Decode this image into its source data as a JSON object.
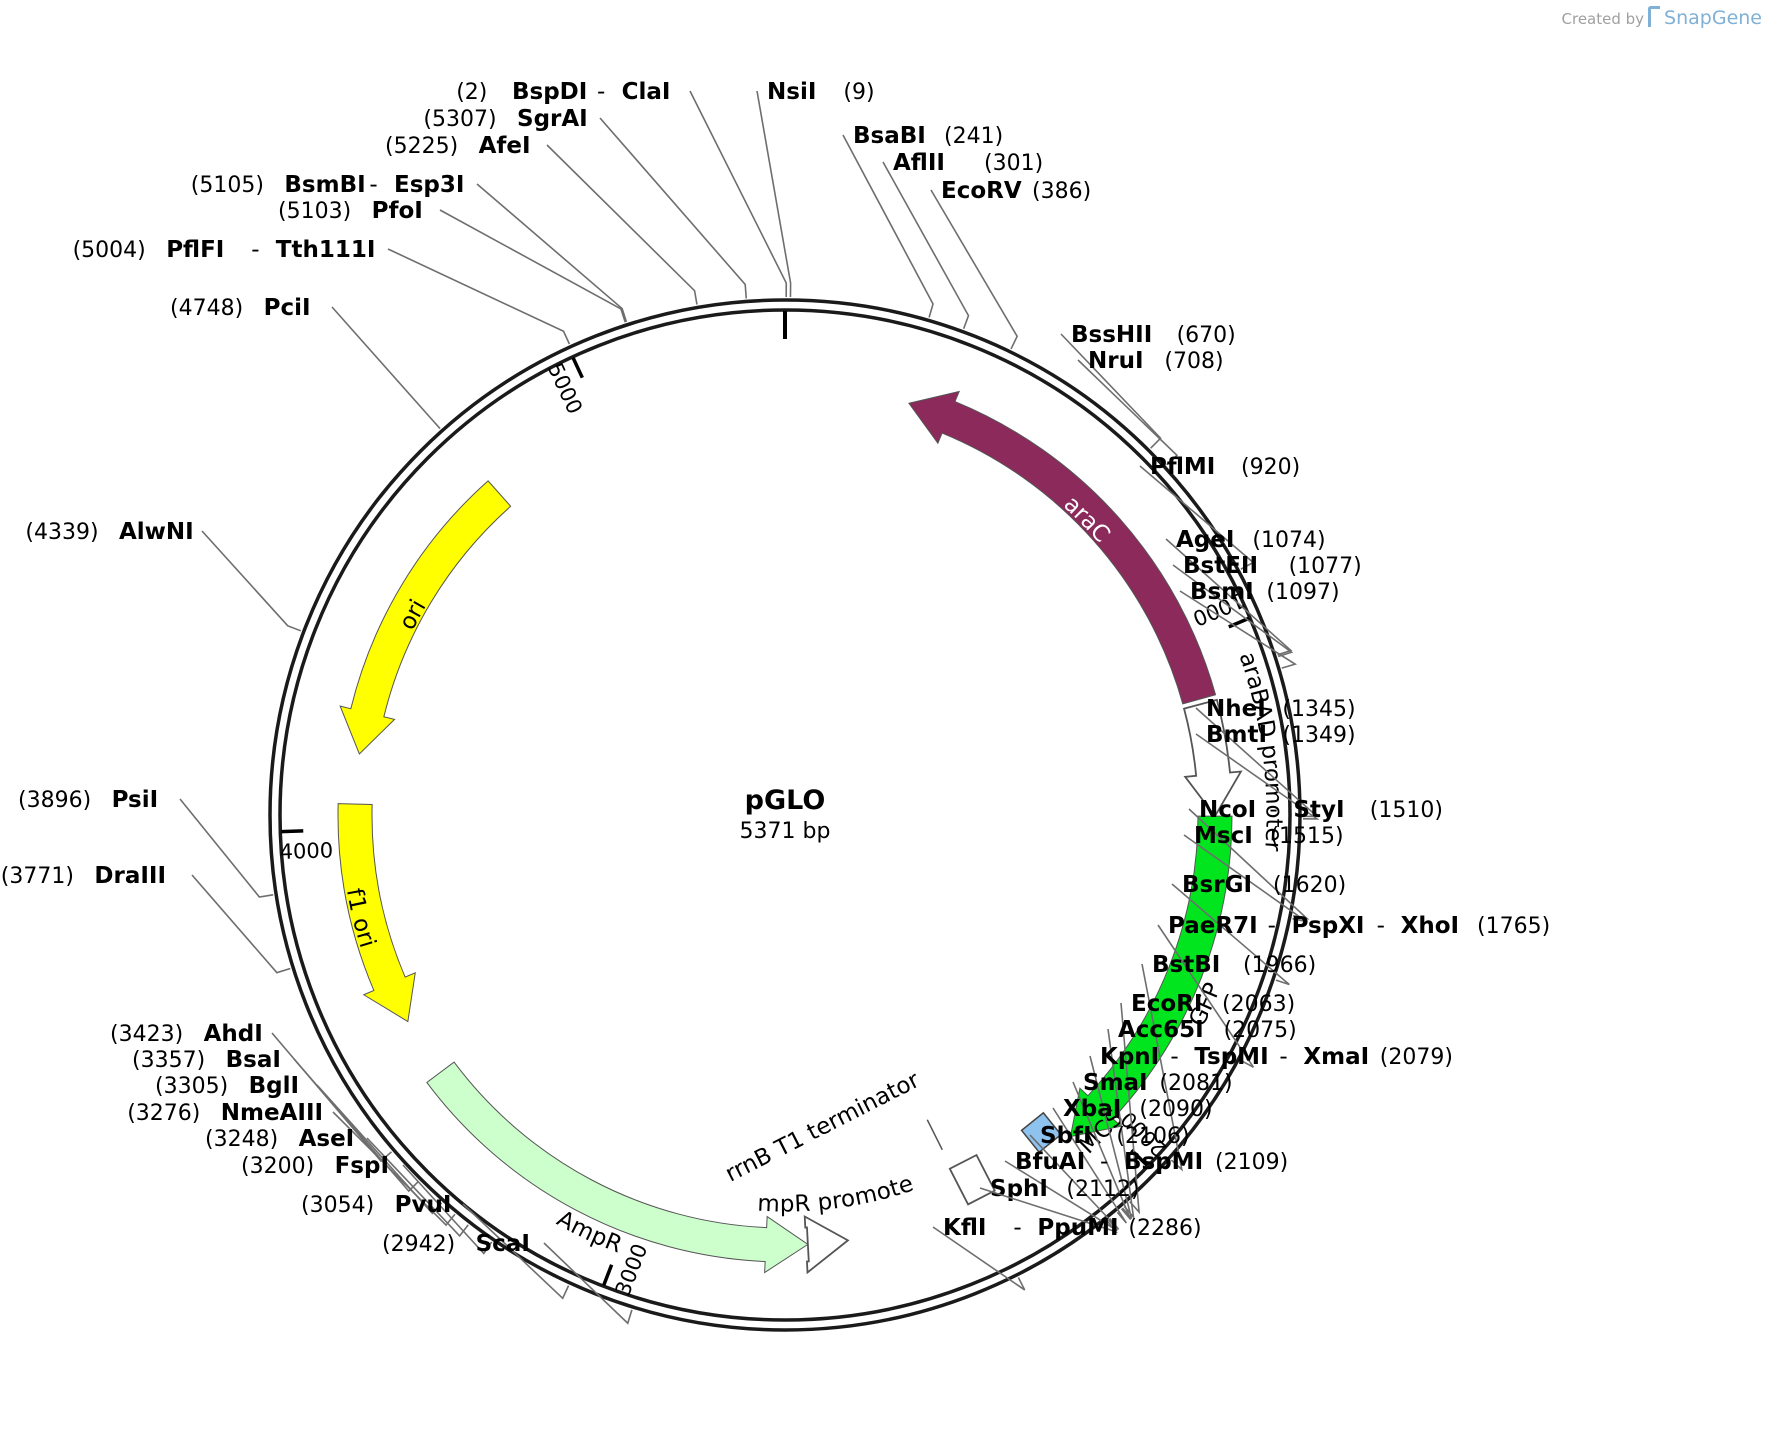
{
  "credit": {
    "prefix": "Created by",
    "brand": "SnapGene"
  },
  "plasmid": {
    "name": "pGLO",
    "size_label": "5371 bp",
    "length": 5371
  },
  "ticks": [
    {
      "bp": 1000,
      "label": "1000"
    },
    {
      "bp": 2000,
      "label": "2000"
    },
    {
      "bp": 3000,
      "label": "3000"
    },
    {
      "bp": 4000,
      "label": "4000"
    },
    {
      "bp": 5000,
      "label": "5000"
    }
  ],
  "features": [
    {
      "name": "araC",
      "color": "#8b2a5b",
      "text_color": "#ffffff",
      "start": 250,
      "end": 1110,
      "direction": "ccw"
    },
    {
      "name": "araBAD promoter",
      "color": "#ffffff",
      "text_color": "#000000",
      "start": 1120,
      "end": 1345,
      "direction": "cw"
    },
    {
      "name": "GFP",
      "color": "#00e51e",
      "text_color": "#000000",
      "start": 1345,
      "end": 2065,
      "direction": "cw"
    },
    {
      "name": "MCS",
      "color": "#8ec3f0",
      "text_color": "#000000",
      "start": 2080,
      "end": 2130,
      "direction": "none"
    },
    {
      "name": "rrnB T1 terminator",
      "color": "#ffffff",
      "text_color": "#000000",
      "start": 2230,
      "end": 2330,
      "direction": "none"
    },
    {
      "name": "AmpR promoter",
      "color": "#ffffff",
      "text_color": "#000000",
      "start": 2560,
      "end": 2640,
      "direction": "ccw"
    },
    {
      "name": "AmpR",
      "color": "#ccffcc",
      "text_color": "#000000",
      "start": 2640,
      "end": 3480,
      "direction": "ccw"
    },
    {
      "name": "f1 ori",
      "color": "#ffff00",
      "text_color": "#000000",
      "start": 3600,
      "end": 4050,
      "direction": "ccw"
    },
    {
      "name": "ori",
      "color": "#ffff00",
      "text_color": "#000000",
      "start": 4150,
      "end": 4750,
      "direction": "ccw"
    }
  ],
  "sites": [
    {
      "names": [
        "BspDI",
        "ClaI"
      ],
      "pos": "(2)",
      "bp": 2,
      "side": "left"
    },
    {
      "names": [
        "SgrAI"
      ],
      "pos": "(5307)",
      "bp": 5307,
      "side": "left"
    },
    {
      "names": [
        "AfeI"
      ],
      "pos": "(5225)",
      "bp": 5225,
      "side": "left"
    },
    {
      "names": [
        "BsmBI",
        "Esp3I"
      ],
      "pos": "(5105)",
      "bp": 5105,
      "side": "left"
    },
    {
      "names": [
        "PfoI"
      ],
      "pos": "(5103)",
      "bp": 5103,
      "side": "left"
    },
    {
      "names": [
        "PflFI",
        "Tth111I"
      ],
      "pos": "(5004)",
      "bp": 5004,
      "side": "left"
    },
    {
      "names": [
        "PciI"
      ],
      "pos": "(4748)",
      "bp": 4748,
      "side": "left"
    },
    {
      "names": [
        "AlwNI"
      ],
      "pos": "(4339)",
      "bp": 4339,
      "side": "left"
    },
    {
      "names": [
        "PsiI"
      ],
      "pos": "(3896)",
      "bp": 3896,
      "side": "left"
    },
    {
      "names": [
        "DraIII"
      ],
      "pos": "(3771)",
      "bp": 3771,
      "side": "left"
    },
    {
      "names": [
        "AhdI"
      ],
      "pos": "(3423)",
      "bp": 3423,
      "side": "left"
    },
    {
      "names": [
        "BsaI"
      ],
      "pos": "(3357)",
      "bp": 3357,
      "side": "left"
    },
    {
      "names": [
        "BglI"
      ],
      "pos": "(3305)",
      "bp": 3305,
      "side": "left"
    },
    {
      "names": [
        "NmeAIII"
      ],
      "pos": "(3276)",
      "bp": 3276,
      "side": "left"
    },
    {
      "names": [
        "AseI"
      ],
      "pos": "(3248)",
      "bp": 3248,
      "side": "left"
    },
    {
      "names": [
        "FspI"
      ],
      "pos": "(3200)",
      "bp": 3200,
      "side": "left"
    },
    {
      "names": [
        "PvuI"
      ],
      "pos": "(3054)",
      "bp": 3054,
      "side": "left"
    },
    {
      "names": [
        "ScaI"
      ],
      "pos": "(2942)",
      "bp": 2942,
      "side": "left"
    },
    {
      "names": [
        "NsiI"
      ],
      "pos": "(9)",
      "bp": 9,
      "side": "right"
    },
    {
      "names": [
        "BsaBI"
      ],
      "pos": "(241)",
      "bp": 241,
      "side": "right"
    },
    {
      "names": [
        "AflII"
      ],
      "pos": "(301)",
      "bp": 301,
      "side": "right"
    },
    {
      "names": [
        "EcoRV"
      ],
      "pos": "(386)",
      "bp": 386,
      "side": "right"
    },
    {
      "names": [
        "BssHII"
      ],
      "pos": "(670)",
      "bp": 670,
      "side": "right"
    },
    {
      "names": [
        "NruI"
      ],
      "pos": "(708)",
      "bp": 708,
      "side": "right"
    },
    {
      "names": [
        "PflMI"
      ],
      "pos": "(920)",
      "bp": 920,
      "side": "right"
    },
    {
      "names": [
        "AgeI"
      ],
      "pos": "(1074)",
      "bp": 1074,
      "side": "right"
    },
    {
      "names": [
        "BstEII"
      ],
      "pos": "(1077)",
      "bp": 1077,
      "side": "right"
    },
    {
      "names": [
        "BsmI"
      ],
      "pos": "(1097)",
      "bp": 1097,
      "side": "right"
    },
    {
      "names": [
        "NheI"
      ],
      "pos": "(1345)",
      "bp": 1345,
      "side": "right"
    },
    {
      "names": [
        "BmtI"
      ],
      "pos": "(1349)",
      "bp": 1349,
      "side": "right"
    },
    {
      "names": [
        "NcoI",
        "StyI"
      ],
      "pos": "(1510)",
      "bp": 1510,
      "side": "right"
    },
    {
      "names": [
        "MscI"
      ],
      "pos": "(1515)",
      "bp": 1515,
      "side": "right"
    },
    {
      "names": [
        "BsrGI"
      ],
      "pos": "(1620)",
      "bp": 1620,
      "side": "right"
    },
    {
      "names": [
        "PaeR7I",
        "PspXI",
        "XhoI"
      ],
      "pos": "(1765)",
      "bp": 1765,
      "side": "right"
    },
    {
      "names": [
        "BstBI"
      ],
      "pos": "(1966)",
      "bp": 1966,
      "side": "right"
    },
    {
      "names": [
        "EcoRI"
      ],
      "pos": "(2063)",
      "bp": 2063,
      "side": "right"
    },
    {
      "names": [
        "Acc65I"
      ],
      "pos": "(2075)",
      "bp": 2075,
      "side": "right"
    },
    {
      "names": [
        "KpnI",
        "TspMI",
        "XmaI"
      ],
      "pos": "(2079)",
      "bp": 2079,
      "side": "right"
    },
    {
      "names": [
        "SmaI"
      ],
      "pos": "(2081)",
      "bp": 2081,
      "side": "right"
    },
    {
      "names": [
        "XbaI"
      ],
      "pos": "(2090)",
      "bp": 2090,
      "side": "right"
    },
    {
      "names": [
        "SbfI"
      ],
      "pos": "(2106)",
      "bp": 2106,
      "side": "right"
    },
    {
      "names": [
        "BfuAI",
        "BspMI"
      ],
      "pos": "(2109)",
      "bp": 2109,
      "side": "right"
    },
    {
      "names": [
        "SphI"
      ],
      "pos": "(2112)",
      "bp": 2112,
      "side": "right"
    },
    {
      "names": [
        "KflI",
        "PpuMI"
      ],
      "pos": "(2286)",
      "bp": 2286,
      "side": "right"
    }
  ]
}
